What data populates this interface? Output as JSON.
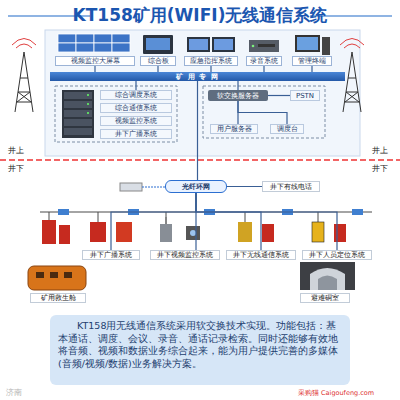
{
  "diagram": {
    "title": "KT158矿用(WIFI)无线通信系统",
    "caption": "KT158用无线通信系统采用软交换技术实现。功能包括：基本通话、调度、会议、录音、通话记录检索。同时还能够有效地将音频、视频和数据业务综合起来，能为用户提供完善的多媒体(音频/视频/数据)业务解决方案。",
    "nodes": [
      {
        "text": [
          "矿 用 专 网"
        ]
      },
      {
        "text": [
          "视频监控大屏幕"
        ]
      },
      {
        "text": [
          "综合板"
        ]
      },
      {
        "text": [
          "应急指挥系统"
        ]
      },
      {
        "text": [
          "录音系统"
        ]
      },
      {
        "text": [
          "管理终端"
        ]
      },
      {
        "text": [
          "综合调度系统"
        ]
      },
      {
        "text": [
          "综合通信系统"
        ]
      },
      {
        "text": [
          "视频监控系统"
        ]
      },
      {
        "text": [
          "井下广播系统"
        ]
      },
      {
        "text": [
          "软交换服务器"
        ]
      },
      {
        "text": [
          "用户服务器"
        ]
      },
      {
        "text": [
          "调度台"
        ]
      },
      {
        "text": [
          "PSTN"
        ]
      },
      {
        "text": [
          "光纤环网"
        ]
      },
      {
        "text": [
          "井下有线电话"
        ]
      },
      {
        "text": [
          "井下广播系统"
        ]
      },
      {
        "text": [
          "井下视频监控系统"
        ]
      },
      {
        "text": [
          "井下无线通信系统"
        ]
      },
      {
        "text": [
          "井下人员定位系统"
        ]
      },
      {
        "text": [
          "矿用救生舱"
        ]
      },
      {
        "text": [
          "避难硐室"
        ]
      }
    ],
    "edges": [
      {
        "from": 1,
        "to": 0,
        "arrow": "none"
      },
      {
        "from": 2,
        "to": 0,
        "arrow": "none"
      },
      {
        "from": 3,
        "to": 0,
        "arrow": "none"
      },
      {
        "from": 4,
        "to": 0,
        "arrow": "none"
      },
      {
        "from": 5,
        "to": 0,
        "arrow": "none"
      },
      {
        "from": 0,
        "to": 6,
        "arrow": "none"
      },
      {
        "from": 0,
        "to": 10,
        "arrow": "none"
      },
      {
        "from": 10,
        "to": 11,
        "arrow": "none"
      },
      {
        "from": 10,
        "to": 12,
        "arrow": "none"
      },
      {
        "from": 10,
        "to": 13,
        "arrow": "none"
      },
      {
        "from": 0,
        "to": 14,
        "arrow": "none"
      },
      {
        "from": 14,
        "to": 15,
        "arrow": "none"
      },
      {
        "from": 14,
        "to": 16,
        "arrow": "none"
      },
      {
        "from": 14,
        "to": 17,
        "arrow": "none"
      },
      {
        "from": 14,
        "to": 18,
        "arrow": "none"
      },
      {
        "from": 14,
        "to": 19,
        "arrow": "none"
      }
    ],
    "labels": [
      "井上",
      "井下",
      "井上",
      "井下",
      "济南",
      "采购猫 Caigoufeng.com"
    ]
  }
}
